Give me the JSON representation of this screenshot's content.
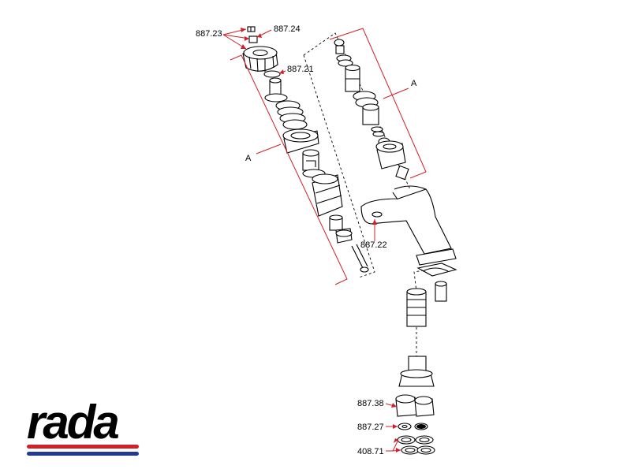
{
  "diagram": {
    "labels": {
      "part_887_23": "887.23",
      "part_887_24": "887.24",
      "part_887_21": "887.21",
      "assembly_a_left": "A",
      "assembly_a_right": "A",
      "part_887_22": "887.22",
      "part_887_38": "887.38",
      "part_887_27": "887.27",
      "part_408_71": "408.71"
    }
  },
  "brand": {
    "logo_text": "rada"
  },
  "colors": {
    "callout": "#d0202a",
    "logo_text": "#000000",
    "logo_stripe_red": "#d0202a",
    "logo_stripe_blue": "#1f3b95"
  }
}
